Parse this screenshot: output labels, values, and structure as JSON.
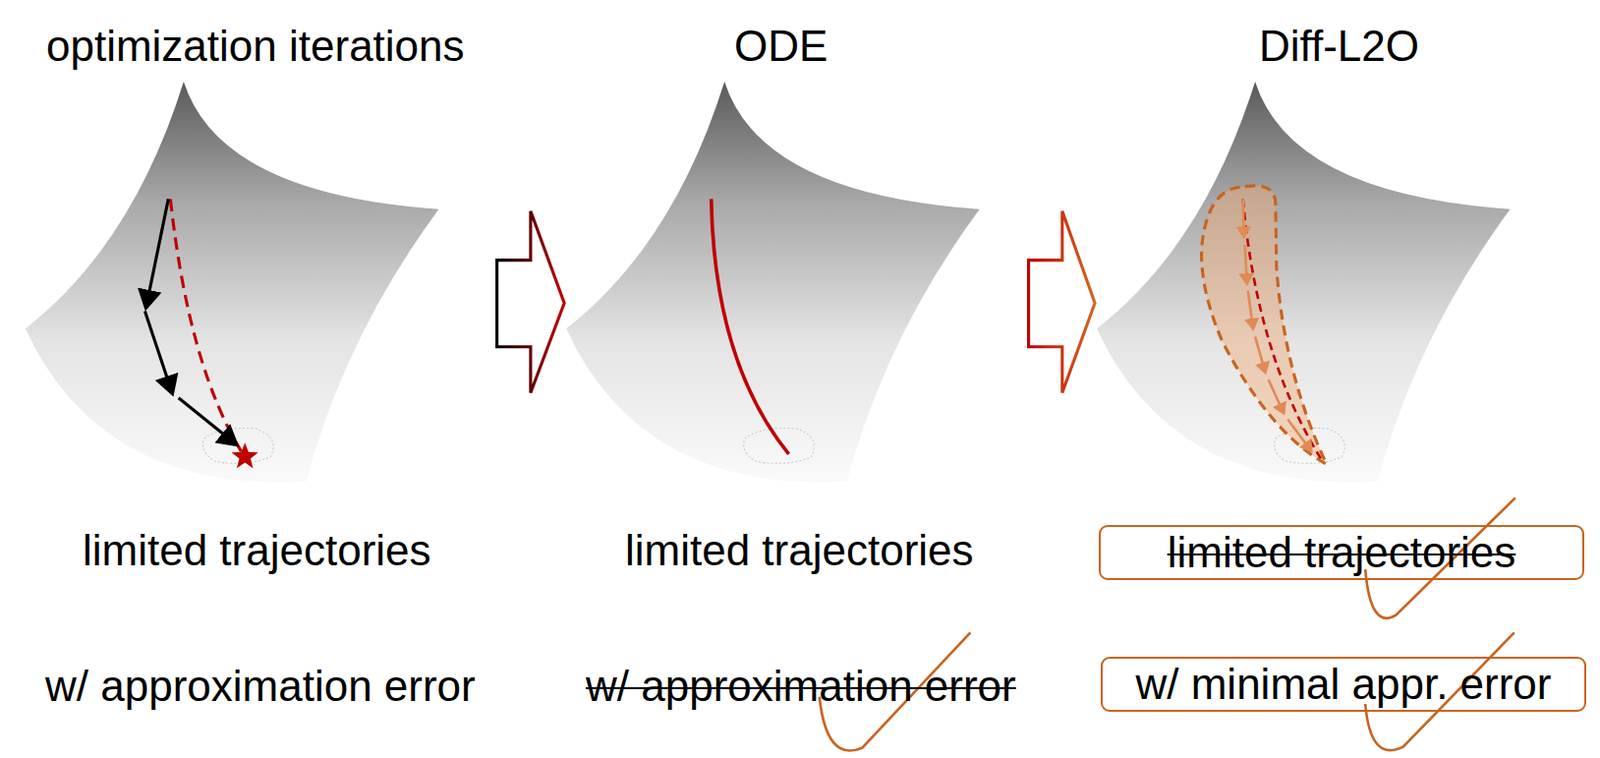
{
  "diagram": {
    "nodes": [
      {
        "text": [
          "limited trajectories"
        ]
      },
      {
        "text": [
          "w/ minimal appr. error"
        ]
      }
    ],
    "labels": [
      "optimization iterations",
      "ODE",
      "Diff-L2O",
      "limited trajectories",
      "limited trajectories",
      "w/ approximation error",
      "w/ approximation error"
    ]
  }
}
